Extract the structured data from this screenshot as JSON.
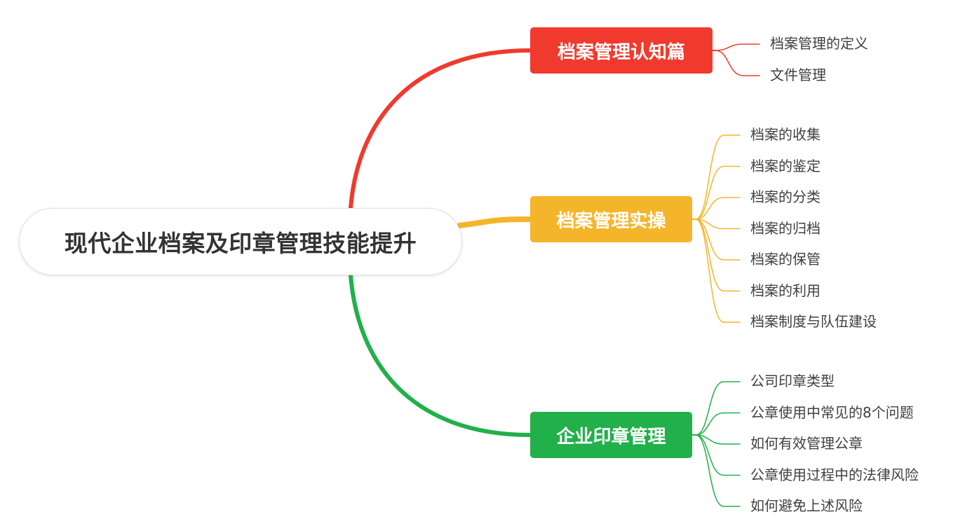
{
  "root": {
    "label": "现代企业档案及印章管理技能提升"
  },
  "branches": [
    {
      "id": "cognition",
      "label": "档案管理认知篇",
      "color": "#f03a2e",
      "children": [
        "档案管理的定义",
        "文件管理"
      ]
    },
    {
      "id": "practice",
      "label": "档案管理实操",
      "color": "#f5b52a",
      "children": [
        "档案的收集",
        "档案的鉴定",
        "档案的分类",
        "档案的归档",
        "档案的保管",
        "档案的利用",
        "档案制度与队伍建设"
      ]
    },
    {
      "id": "seal",
      "label": "企业印章管理",
      "color": "#22b04b",
      "children": [
        "公司印章类型",
        "公章使用中常见的8个问题",
        "如何有效管理公章",
        "公章使用过程中的法律风险",
        "如何避免上述风险"
      ]
    }
  ]
}
